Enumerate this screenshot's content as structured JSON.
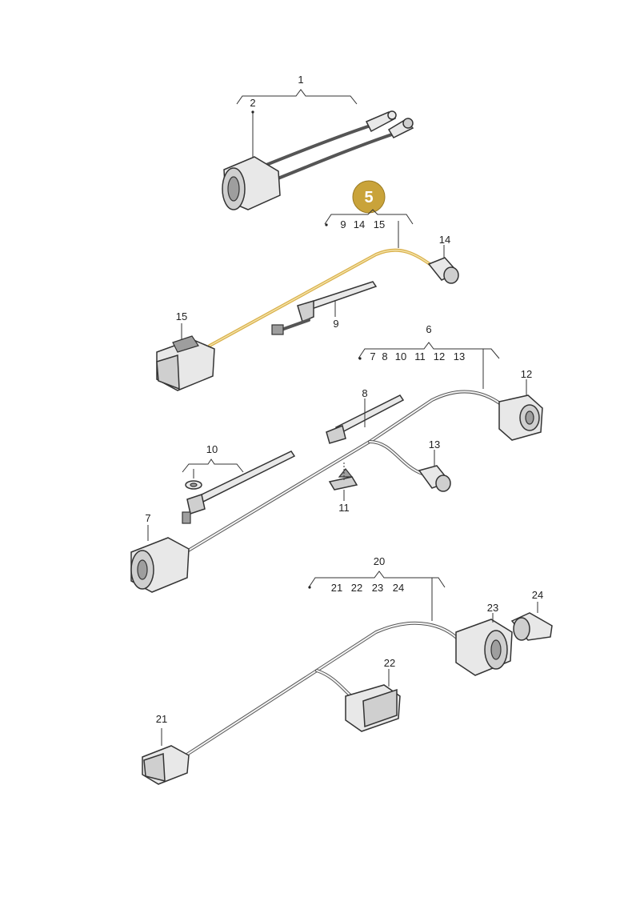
{
  "badge": {
    "label": "5",
    "color": "#c9a33a"
  },
  "highlight_color": "#d9b04a",
  "groups": {
    "g1": {
      "label": "1"
    },
    "g5": {
      "subs": [
        "9",
        "14",
        "15"
      ]
    },
    "g6": {
      "label": "6",
      "subs": [
        "7",
        "8",
        "10",
        "11",
        "12",
        "13"
      ]
    },
    "g20": {
      "label": "20",
      "subs": [
        "21",
        "22",
        "23",
        "24"
      ]
    }
  },
  "callouts": {
    "c2": "2",
    "c7": "7",
    "c8": "8",
    "c9": "9",
    "c10": "10",
    "c11": "11",
    "c12": "12",
    "c13": "13",
    "c14": "14",
    "c15": "15",
    "c21": "21",
    "c22": "22",
    "c23": "23",
    "c24": "24"
  }
}
